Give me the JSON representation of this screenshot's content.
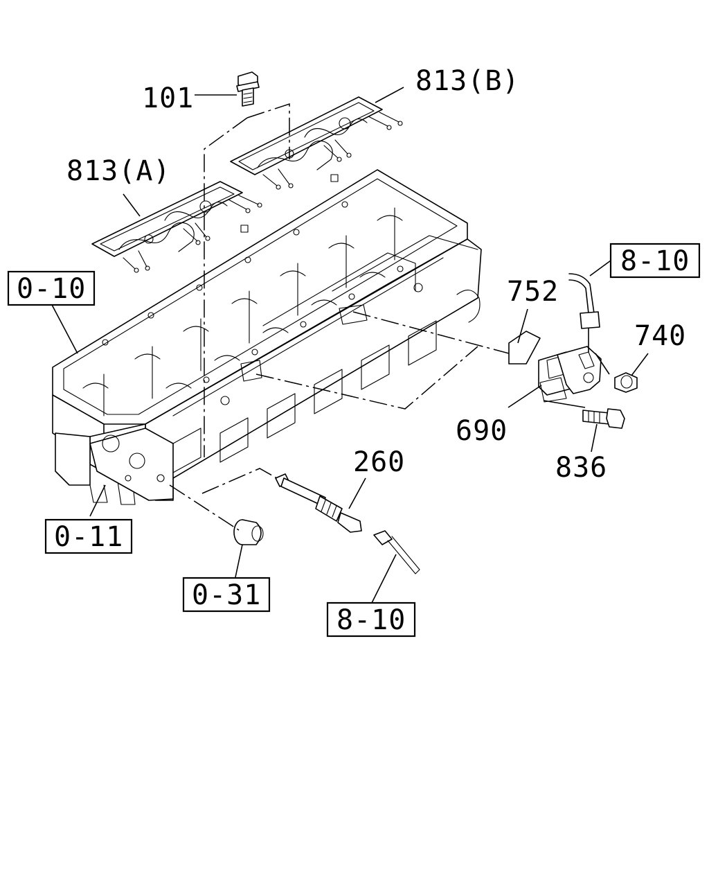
{
  "callouts": {
    "c101": "101",
    "c813b": "813(B)",
    "c813a": "813(A)",
    "c0_10": "0-10",
    "c8_10_top": "8-10",
    "c752": "752",
    "c740": "740",
    "c690": "690",
    "c836": "836",
    "c260": "260",
    "c0_11": "0-11",
    "c0_31": "0-31",
    "c8_10_bottom": "8-10"
  }
}
